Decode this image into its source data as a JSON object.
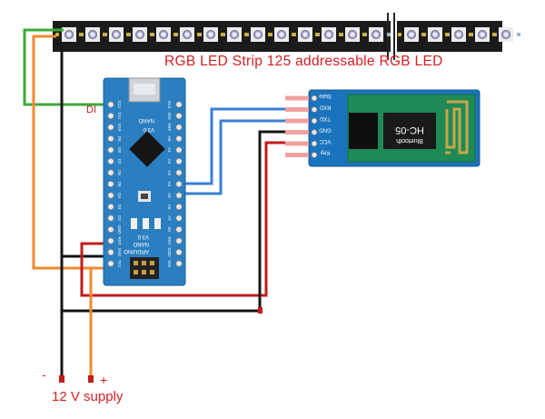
{
  "led_strip": {
    "label": "RGB LED Strip 125 addressable RGB LED"
  },
  "arduino": {
    "board_name": "ARDUINO",
    "model": "NANO",
    "version": "V3.0",
    "di_label": "DI",
    "left_pins": [
      "D12",
      "D11",
      "D10",
      "D9",
      "D8",
      "D7",
      "D6",
      "D5",
      "D4",
      "D3",
      "D2",
      "GND",
      "RST",
      "RX0",
      "TX1"
    ],
    "right_pins": [
      "D13",
      "3V3",
      "REF",
      "A0",
      "A1",
      "A2",
      "A3",
      "A4",
      "A5",
      "A6",
      "A7",
      "5V",
      "RST",
      "GND",
      "VIN"
    ]
  },
  "bluetooth_module": {
    "name": "HC-05",
    "subtitle": "Bluetooth",
    "pins": [
      "State",
      "RXD",
      "TXD",
      "GND",
      "VCC",
      "Key"
    ]
  },
  "power_supply": {
    "minus": "-",
    "plus": "+",
    "label": "12 V supply"
  },
  "colors": {
    "board": "#2b7fc0",
    "bt_board": "#1a74bd",
    "wire_green": "#3ea83a",
    "wire_orange": "#f08a2e",
    "wire_black": "#151515",
    "wire_red": "#c11b1b",
    "wire_blue": "#3a7fd6",
    "label_red": "#d42020"
  }
}
